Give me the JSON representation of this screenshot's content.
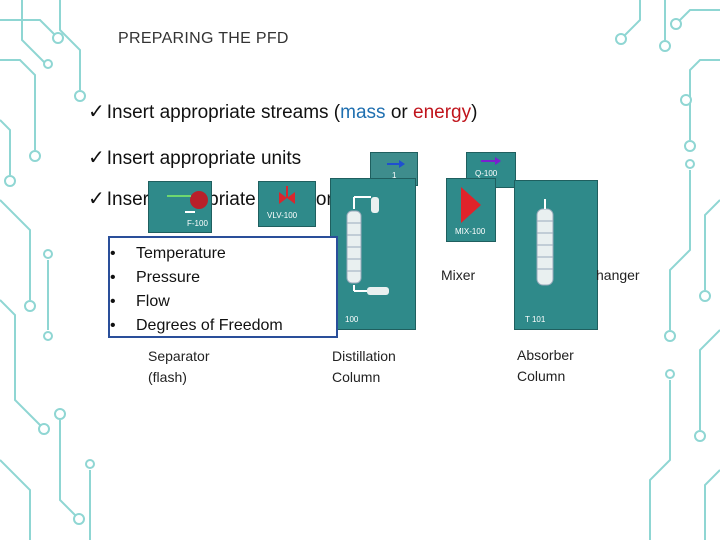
{
  "slide": {
    "title": "PREPARING THE PFD",
    "bullets": {
      "streams_prefix": "Insert appropriate streams (",
      "streams_mass": "mass",
      "streams_or": " or ",
      "streams_energy": "energy",
      "streams_suffix": ")",
      "units": "Insert appropriate units",
      "conditions": "Insert appropriate conditions"
    },
    "check_glyph": "✓",
    "conditions_list": [
      "Temperature",
      "Pressure",
      "Flow",
      "Degrees of Freedom"
    ],
    "bullet_glyph": "•"
  },
  "equipment": {
    "stream_tile_label": "1",
    "energy_tile_label": "Q-100",
    "flash_tile_label": "F-100",
    "valve_tile_label": "VLV-100",
    "mixer_tile_label": "MIX-100",
    "column_tile_label": "100",
    "absorber_tile_label": "T 101"
  },
  "captions": {
    "mixer": "Mixer",
    "exchanger": "hanger",
    "separator_line1": "Separator",
    "separator_line2": "(flash)",
    "distillation_line1": "Distillation",
    "distillation_line2": "Column",
    "absorber_line1": "Absorber",
    "absorber_line2": "Column"
  },
  "colors": {
    "accent_teal": "#5fc4c0",
    "tile_teal": "#2f8a8a",
    "mass": "#1f6fb0",
    "energy": "#c0141c",
    "box_border": "#2a4f9a"
  }
}
